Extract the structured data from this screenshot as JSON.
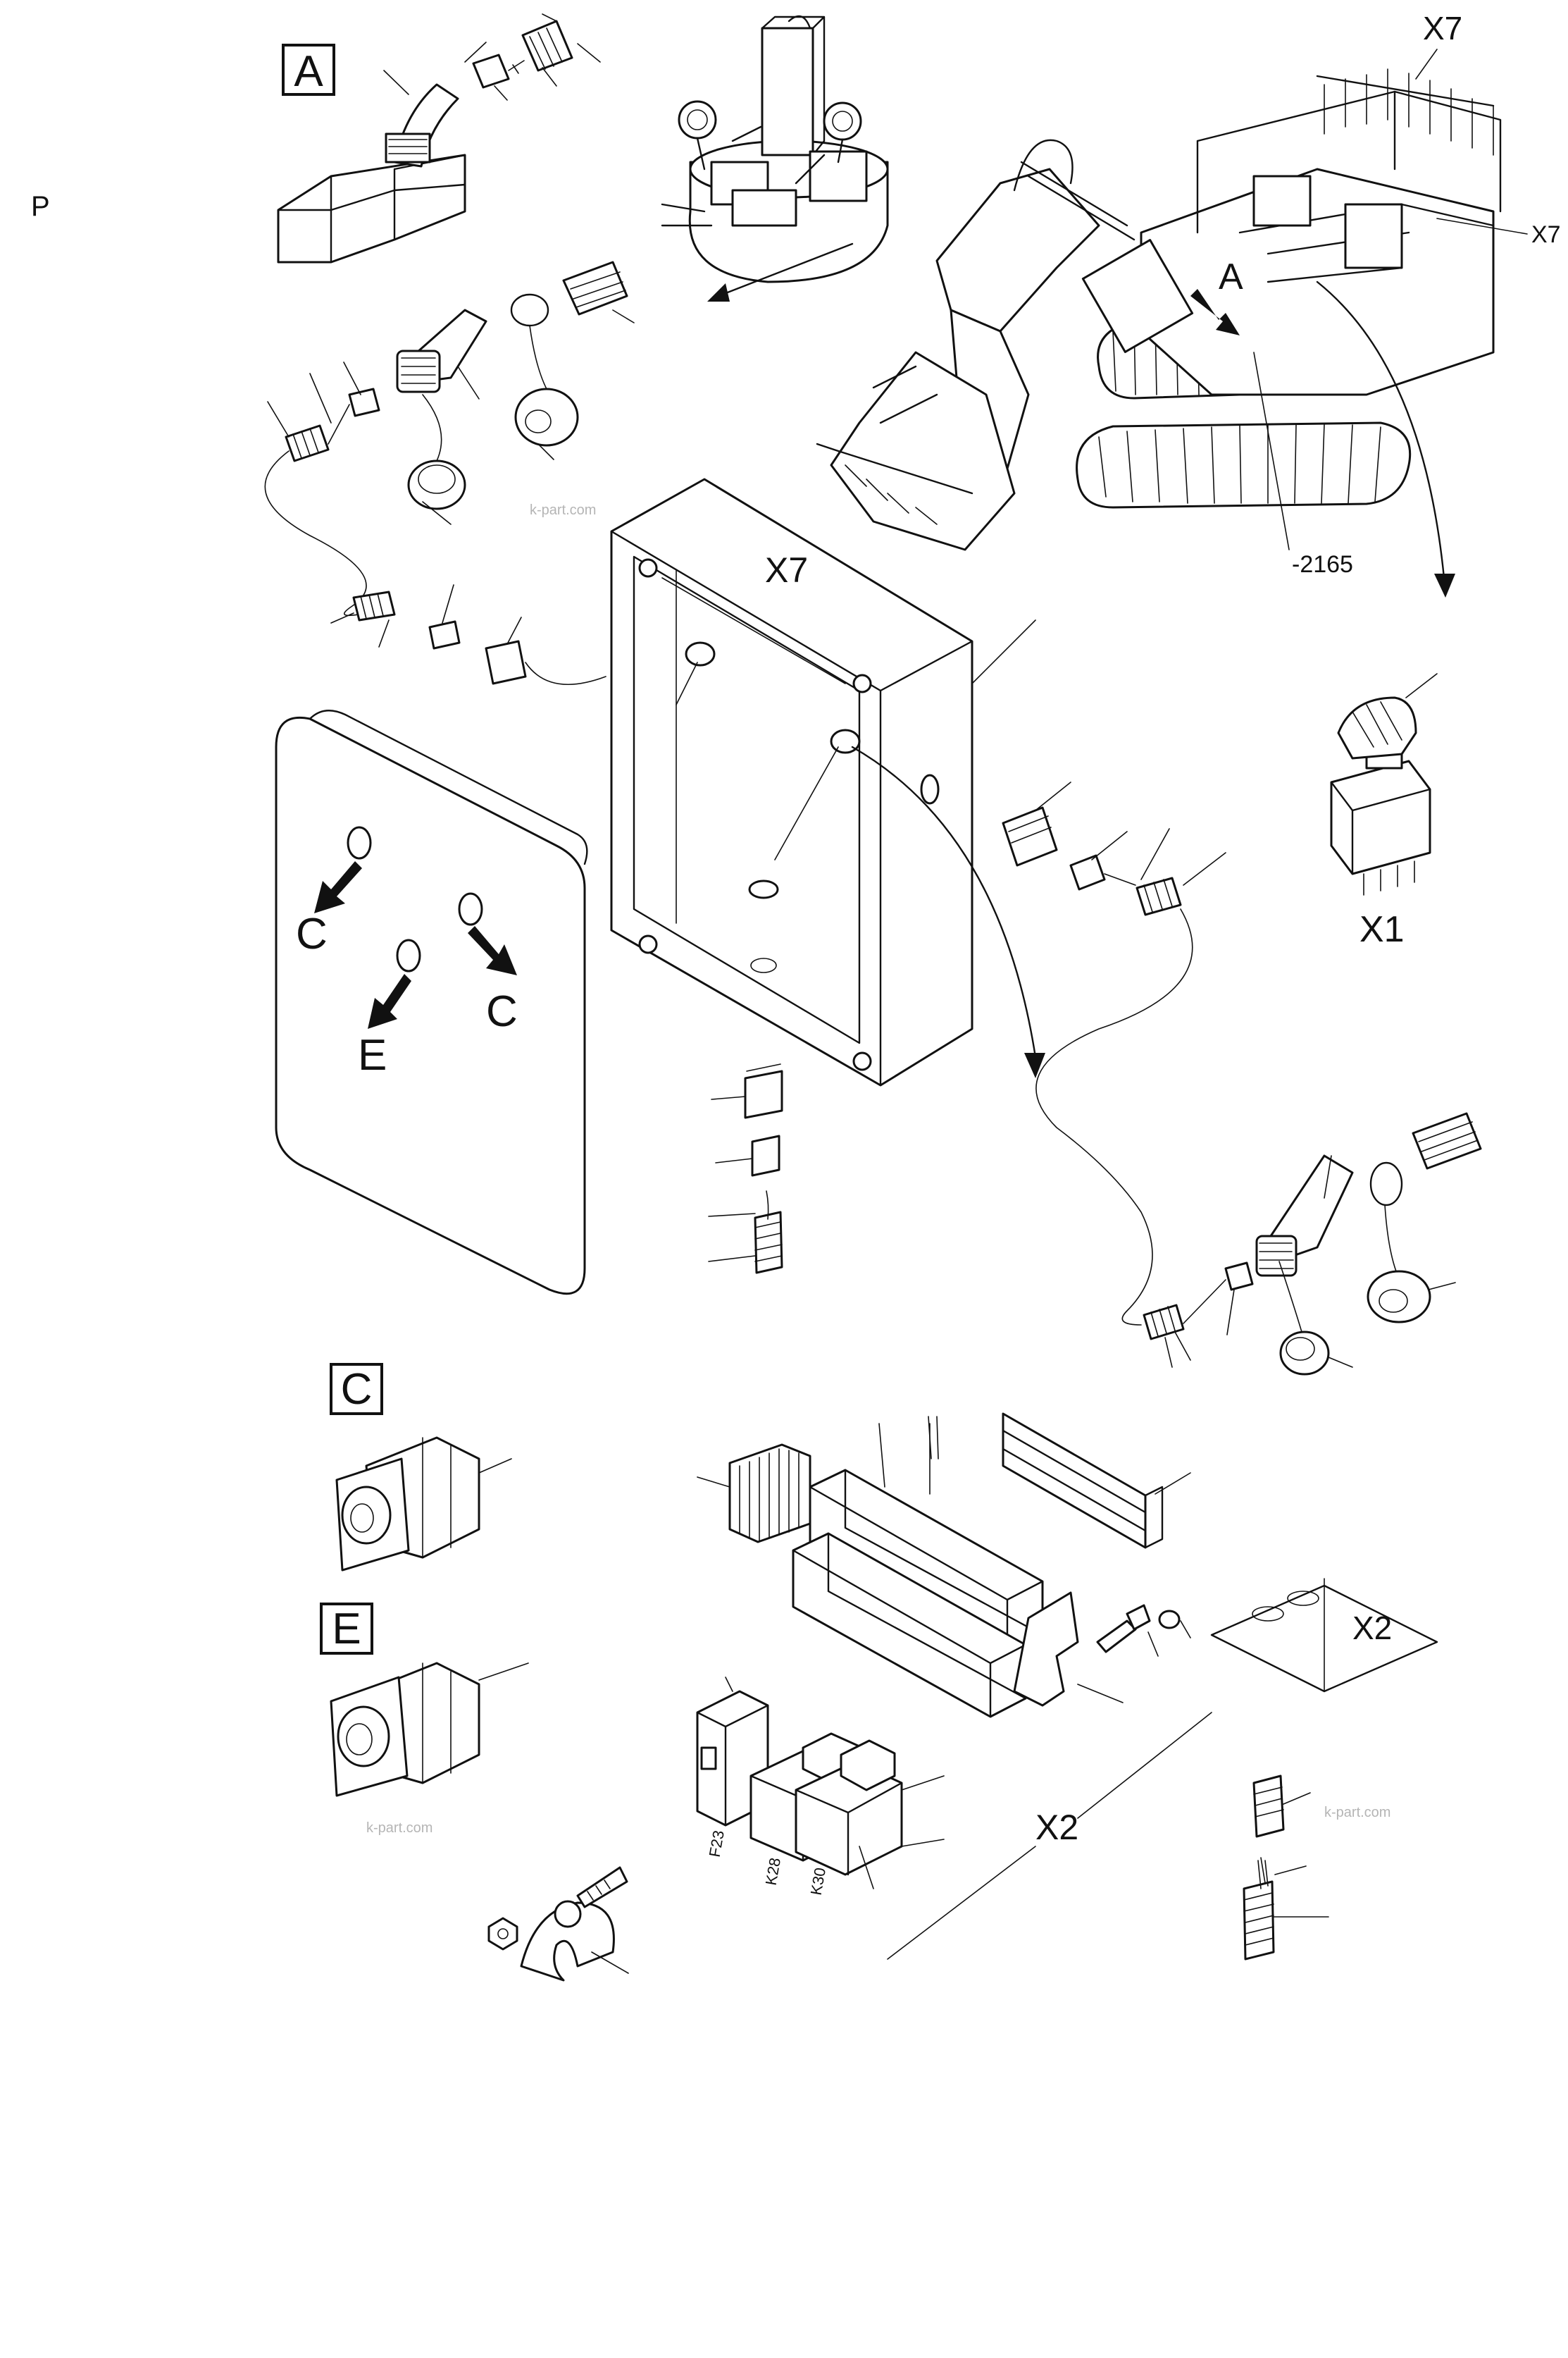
{
  "page_marker": "P",
  "detail_labels": {
    "a": "A",
    "c": "C",
    "e": "E"
  },
  "views": {
    "machine_label": "X7",
    "machine_box_label": "X7",
    "machine_detail_arrow": "A",
    "machine_part_ref": "-2165",
    "box_label": "X7",
    "switch_label": "X1",
    "terminal_label": "X2",
    "plate_label": "X2"
  },
  "cover_arrows": [
    "C",
    "C",
    "E"
  ],
  "component_marks": [
    "F23",
    "K28",
    "K30"
  ],
  "watermarks": [
    "k-part.com",
    "k-part.com",
    "k-part.com"
  ]
}
